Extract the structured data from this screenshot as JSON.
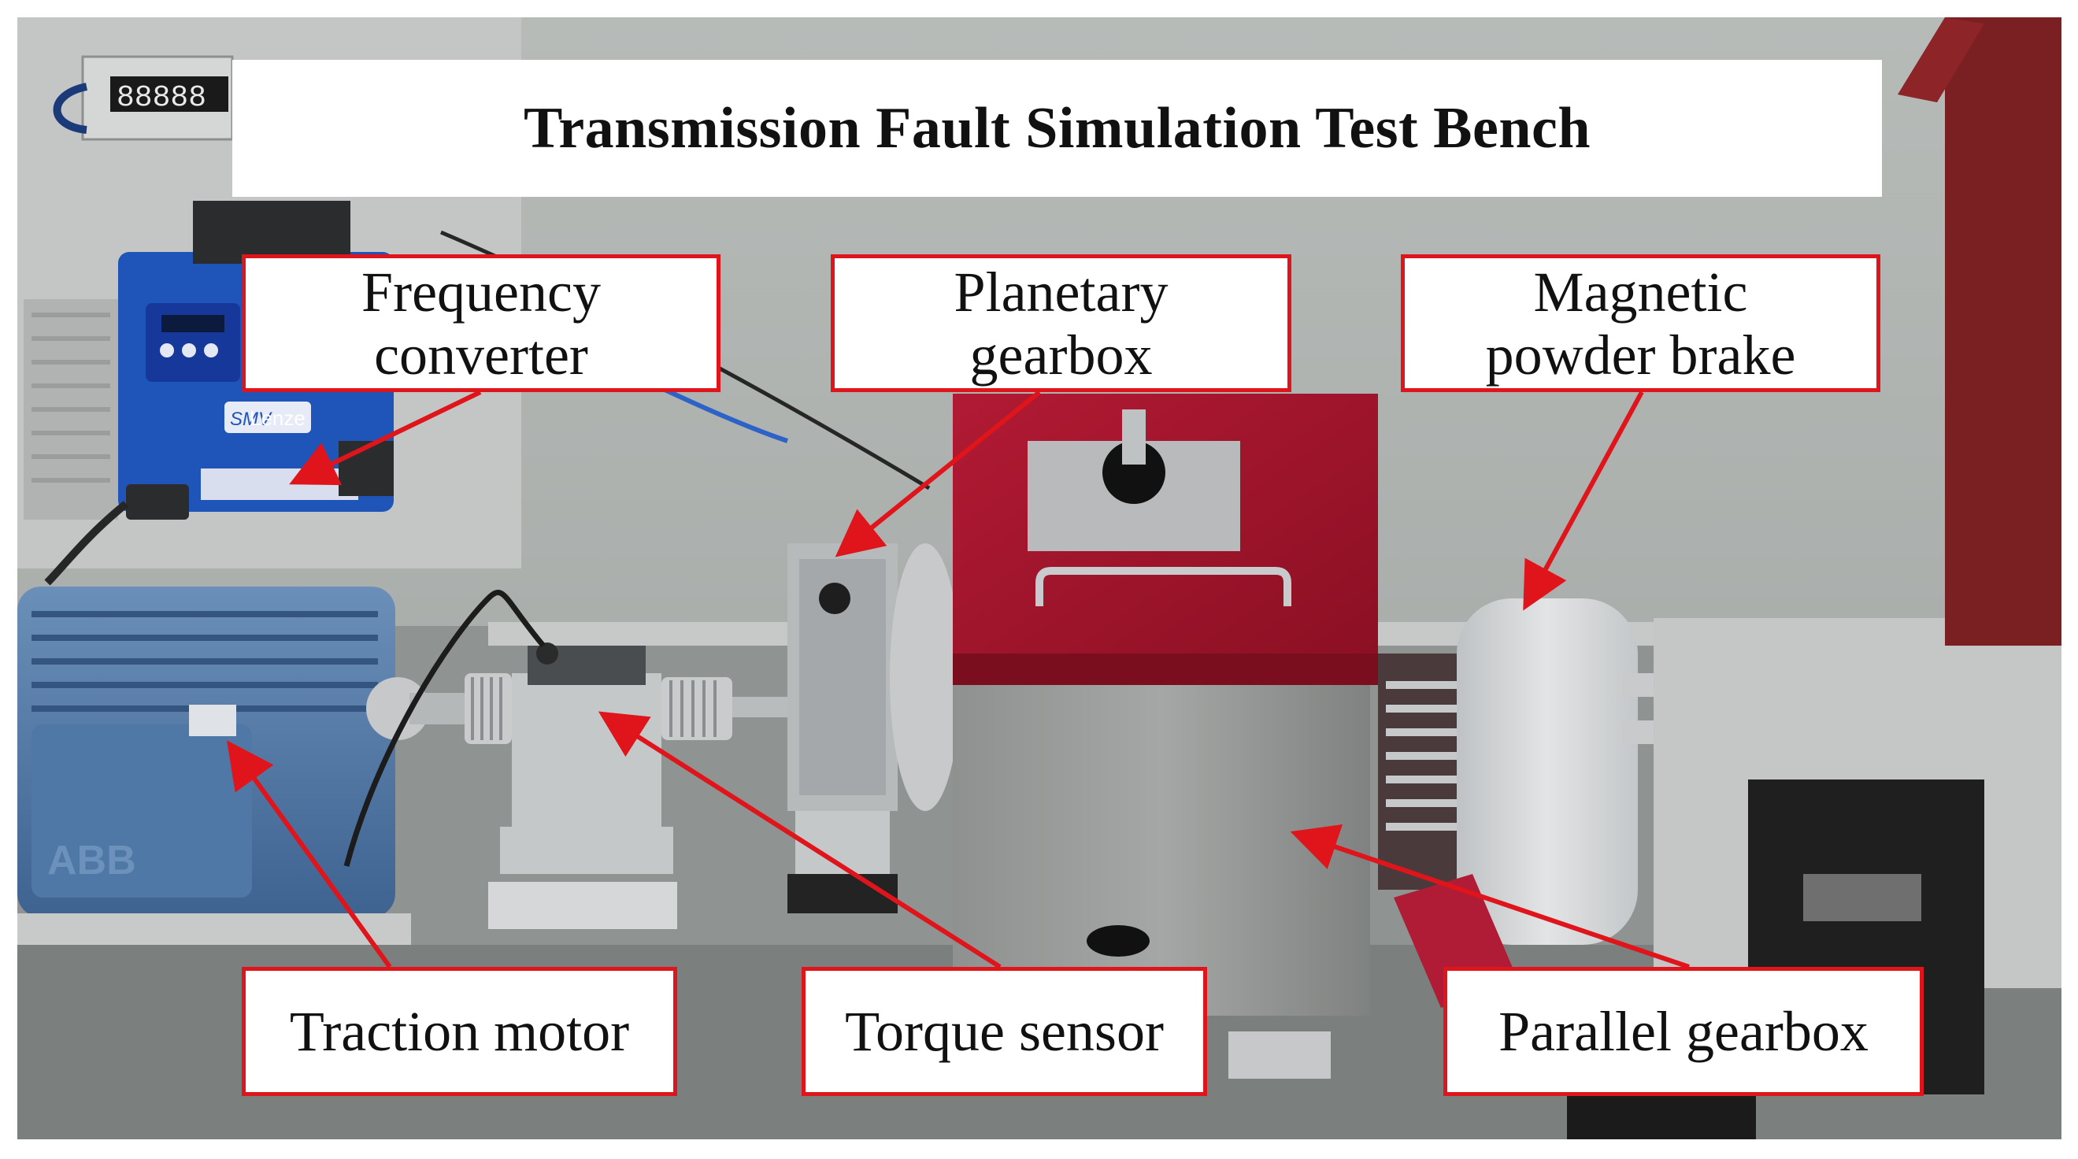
{
  "title": "Transmission Fault Simulation Test Bench",
  "labels": {
    "frequency_converter": {
      "line1": "Frequency",
      "line2": "converter"
    },
    "planetary_gearbox": {
      "line1": "Planetary",
      "line2": "gearbox"
    },
    "magnetic_powder_brake": {
      "line1": "Magnetic",
      "line2": "powder brake"
    },
    "traction_motor": "Traction motor",
    "torque_sensor": "Torque sensor",
    "parallel_gearbox": "Parallel gearbox"
  },
  "device_markings": {
    "display_readout": "88888",
    "inverter_brand": "Lenze",
    "inverter_model": "SMV",
    "motor_brand": "ABB"
  },
  "colors": {
    "annotation_red": "#e0141b",
    "gearbox_cover_red": "#a0142a",
    "inverter_blue": "#1f54b8",
    "motor_blue": "#4f78a6",
    "brake_grey": "#d4d6d8",
    "wall_grey": "#a8aca9"
  }
}
